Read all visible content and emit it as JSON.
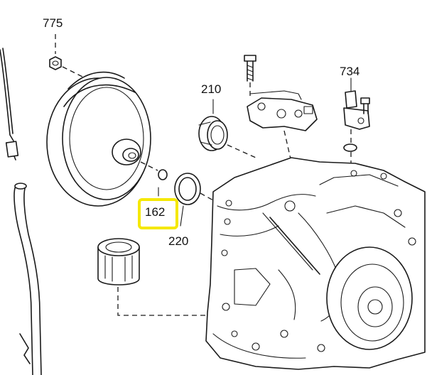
{
  "diagram": {
    "callouts": [
      {
        "id": "nut",
        "label": "775"
      },
      {
        "id": "bearing",
        "label": "210"
      },
      {
        "id": "sensor",
        "label": "734"
      },
      {
        "id": "o-ring",
        "label": "162"
      },
      {
        "id": "oil-seal",
        "label": "220"
      }
    ],
    "highlighted_callout": "162",
    "highlight_color": "#f5e800"
  }
}
